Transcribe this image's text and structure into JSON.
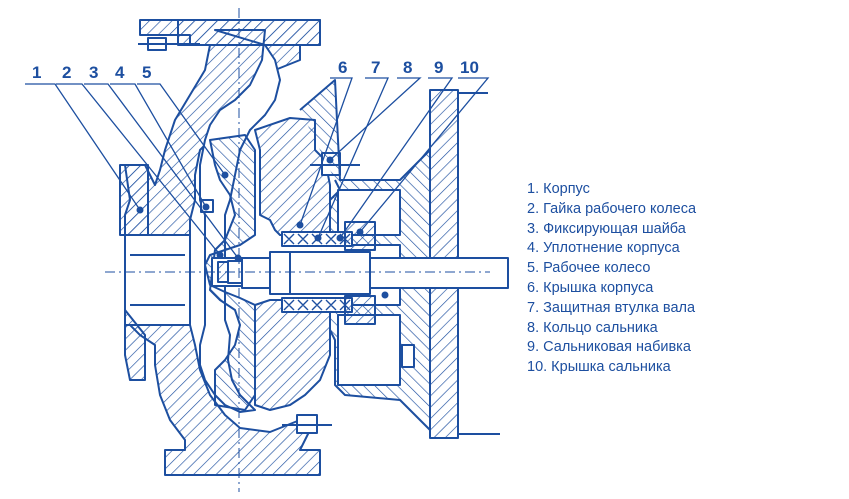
{
  "diagram": {
    "line_color": "#1d4fa0",
    "hatch_color": "#1d4fa0",
    "background": "#ffffff",
    "callouts": [
      {
        "num": "1"
      },
      {
        "num": "2"
      },
      {
        "num": "3"
      },
      {
        "num": "4"
      },
      {
        "num": "5"
      },
      {
        "num": "6"
      },
      {
        "num": "7"
      },
      {
        "num": "8"
      },
      {
        "num": "9"
      },
      {
        "num": "10"
      }
    ],
    "legend": [
      "1. Корпус",
      "2. Гайка рабочего колеса",
      "3. Фиксирующая шайба",
      "4. Уплотнение корпуса",
      "5. Рабочее колесо",
      "6. Крышка корпуса",
      "7. Защитная втулка вала",
      "8. Кольцо сальника",
      "9. Сальниковая набивка",
      "10. Крышка сальника"
    ]
  }
}
